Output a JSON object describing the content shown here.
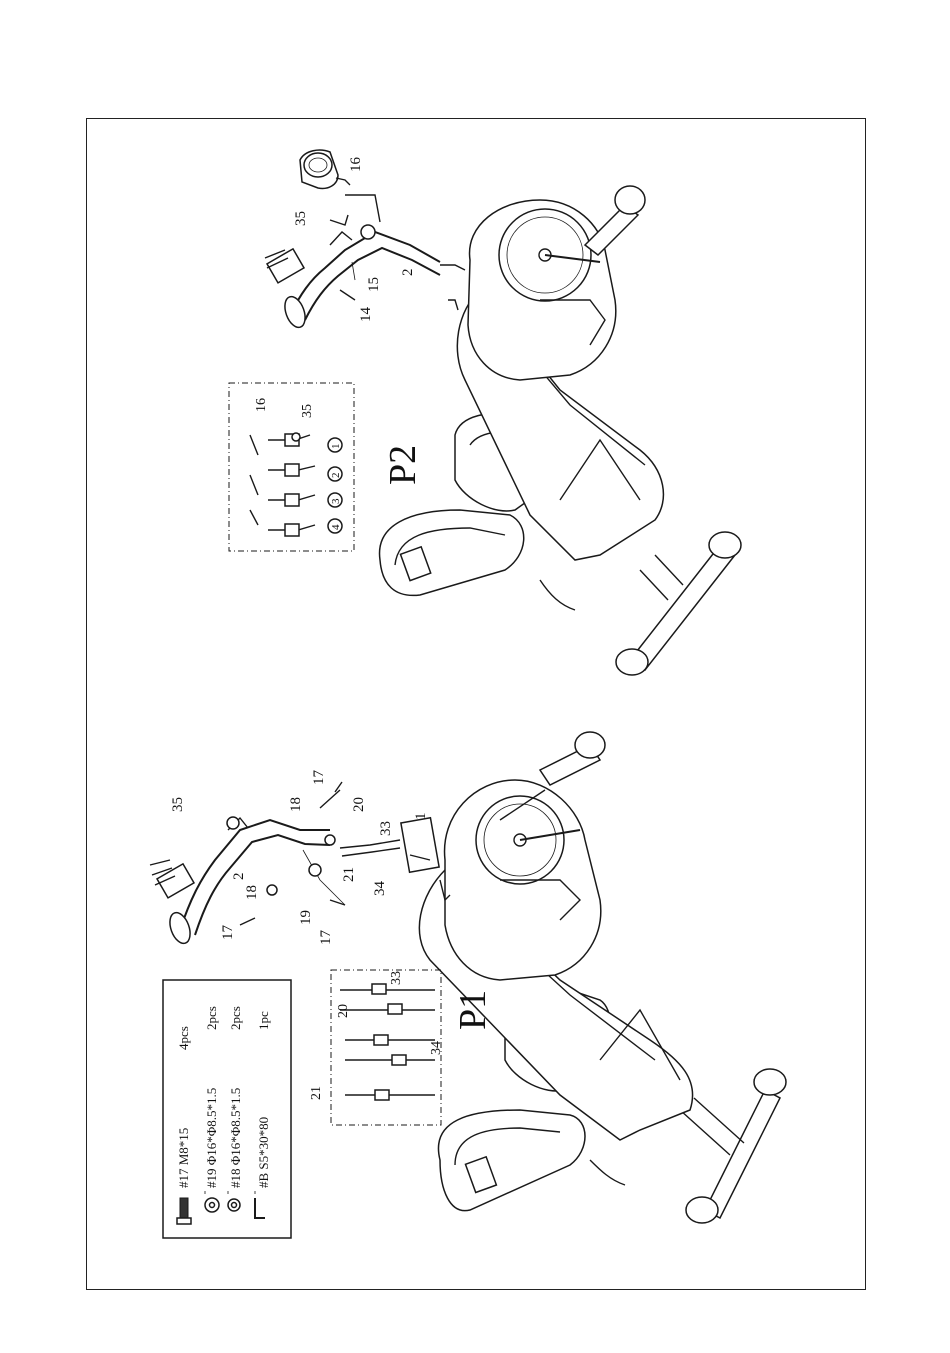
{
  "panel_p1": {
    "title": "P1",
    "parts": {
      "p35": "35",
      "p2": "2",
      "p18a": "18",
      "p18b": "18",
      "p20": "20",
      "p17a": "17",
      "p17b": "17",
      "p17c": "17",
      "p19": "19",
      "p21": "21",
      "p33": "33",
      "p34": "34",
      "p1": "1"
    },
    "detail_labels": {
      "d20": "20",
      "d33": "33",
      "d21": "21",
      "d34": "34"
    }
  },
  "panel_p2": {
    "title": "P2",
    "parts": {
      "p16": "16",
      "p35": "35",
      "p15": "15",
      "p14": "14",
      "p2": "2"
    },
    "detail_labels": {
      "d16": "16",
      "d35": "35"
    },
    "steps": [
      "1",
      "2",
      "3",
      "4"
    ]
  },
  "hardware_list": [
    {
      "code": "#17 M8*15",
      "qty": "4pcs"
    },
    {
      "code": "#19 Φ16*Φ8.5*1.5",
      "qty": "2pcs"
    },
    {
      "code": "#18 Φ16*Φ8.5*1.5",
      "qty": "2pcs"
    },
    {
      "code": "#B S5*30*80",
      "qty": "1pc"
    }
  ]
}
